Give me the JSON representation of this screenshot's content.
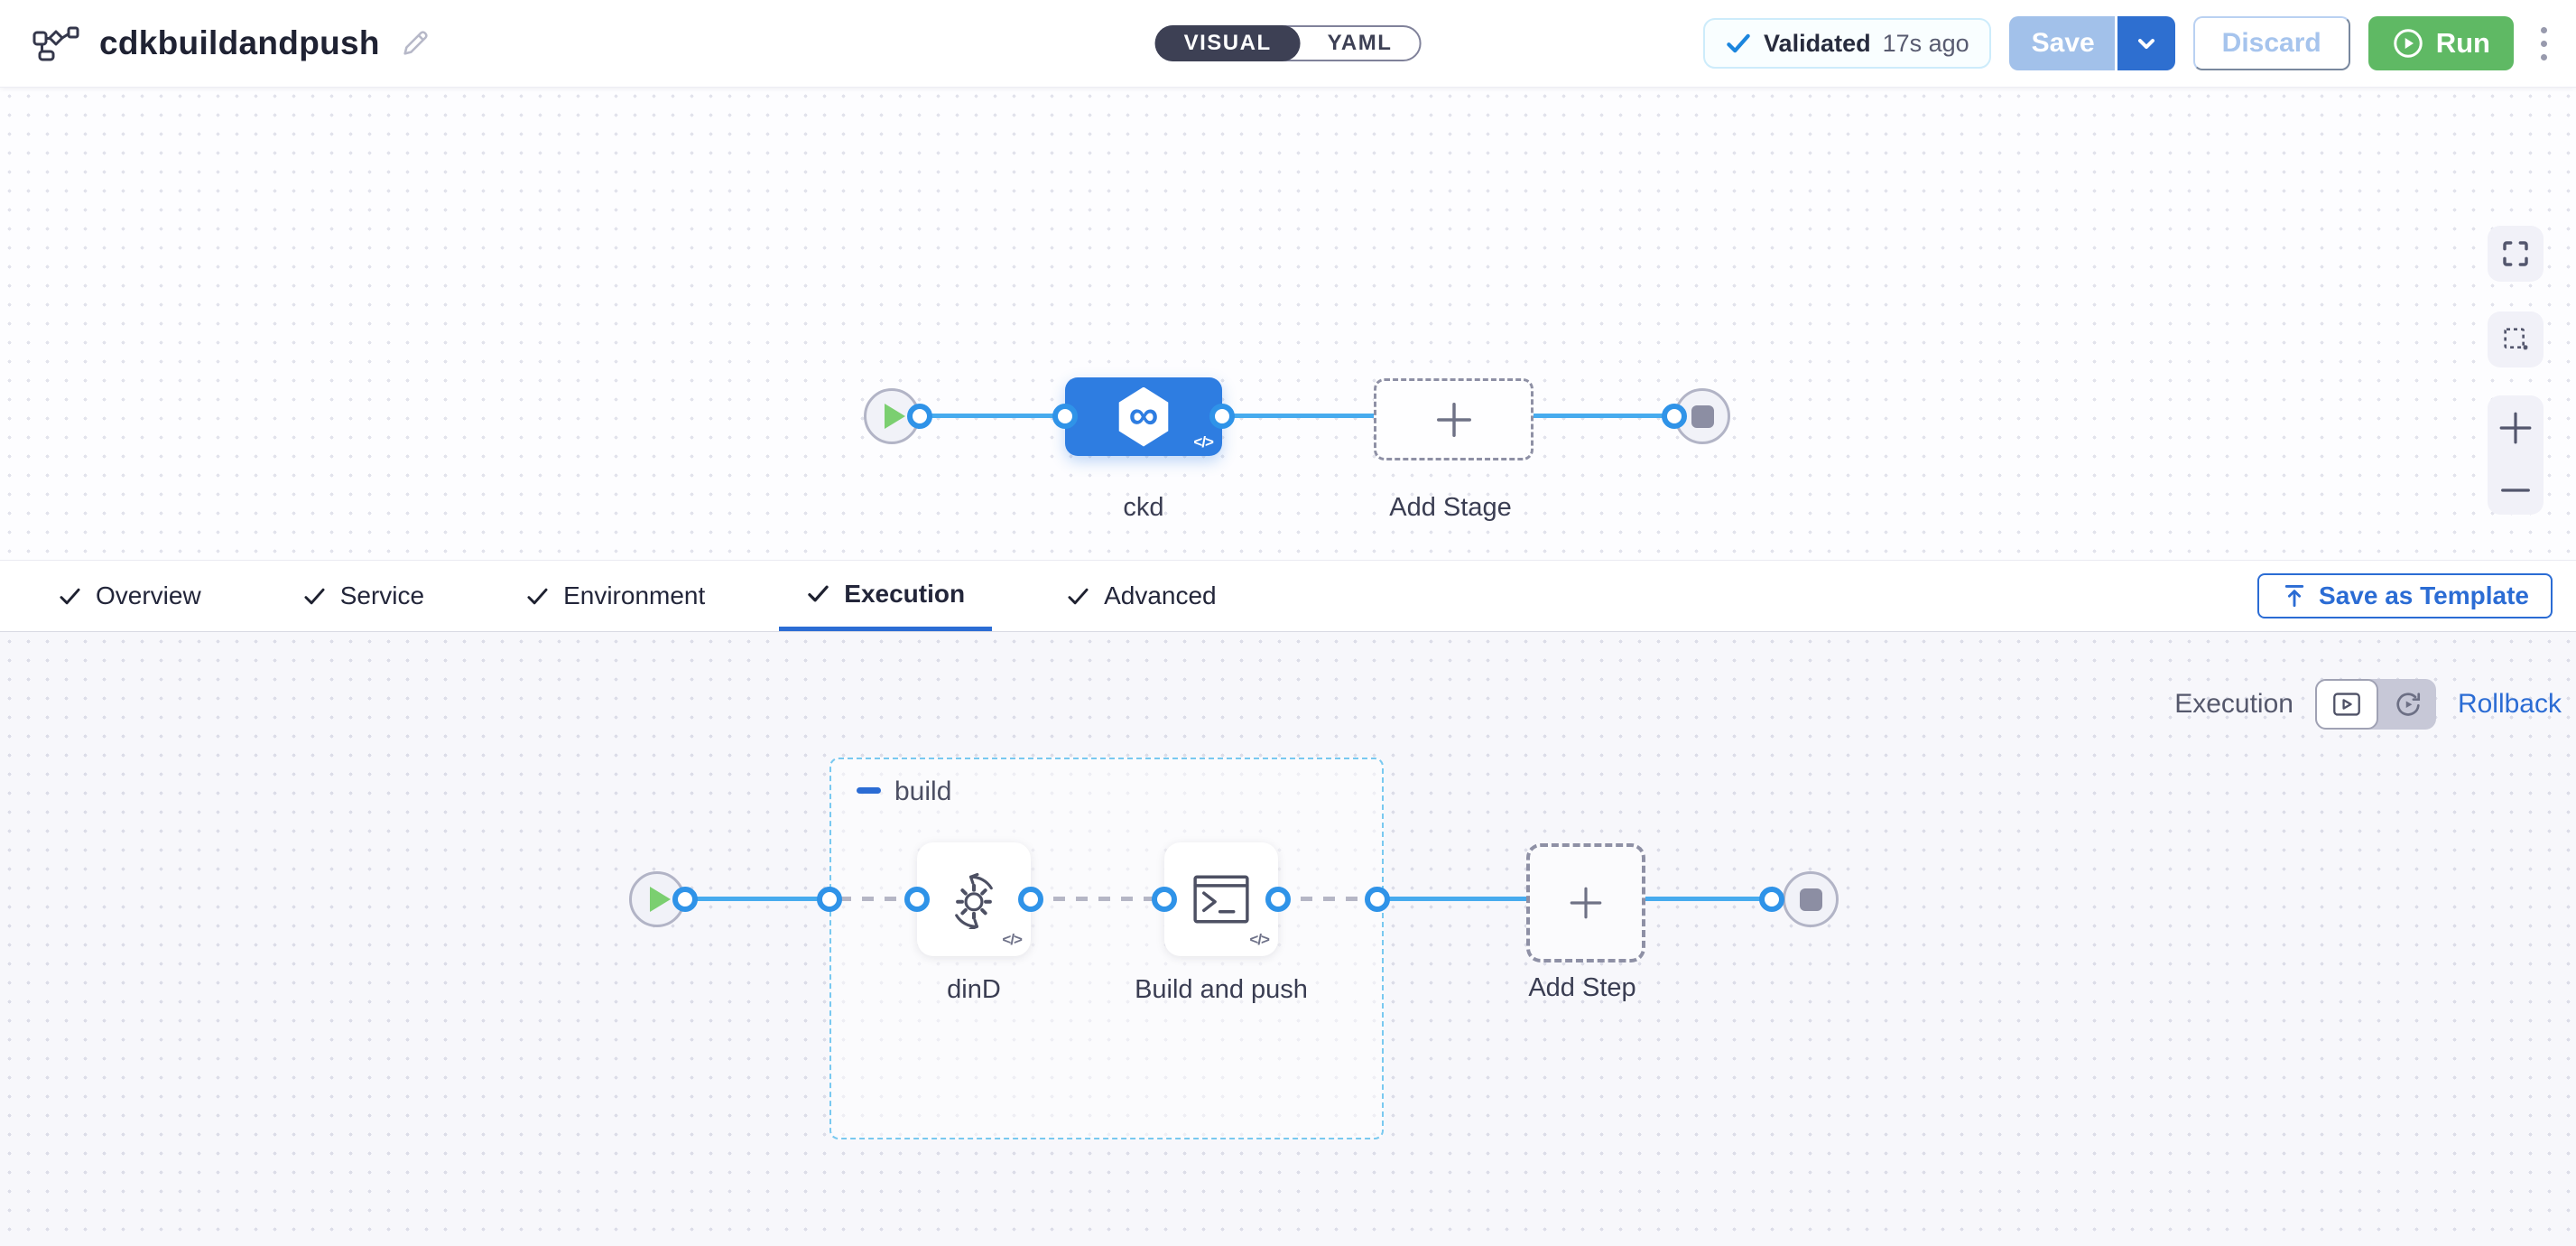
{
  "header": {
    "title": "cdkbuildandpush",
    "view_toggle": {
      "visual": "VISUAL",
      "yaml": "YAML",
      "selected": "VISUAL"
    },
    "validated": {
      "label": "Validated",
      "time_ago": "17s ago"
    },
    "save_label": "Save",
    "discard_label": "Discard",
    "run_label": "Run"
  },
  "stage_canvas": {
    "stage": {
      "name": "ckd",
      "icon": "ci-hexagon-infinity-icon",
      "infinity_glyph": "∞",
      "code_badge": "</>"
    },
    "add_stage_label": "Add Stage"
  },
  "tabs": {
    "items": [
      {
        "label": "Overview",
        "checked": true,
        "active": false
      },
      {
        "label": "Service",
        "checked": true,
        "active": false
      },
      {
        "label": "Environment",
        "checked": true,
        "active": false
      },
      {
        "label": "Execution",
        "checked": true,
        "active": true
      },
      {
        "label": "Advanced",
        "checked": true,
        "active": false
      }
    ],
    "save_as_template_label": "Save as Template"
  },
  "execution_canvas": {
    "mode_label": "Execution",
    "rollback_label": "Rollback",
    "group": {
      "label": "build"
    },
    "steps": [
      {
        "label": "dinD",
        "icon": "gear-sync-icon",
        "code_badge": "</>"
      },
      {
        "label": "Build and push",
        "icon": "terminal-icon",
        "code_badge": "</>"
      }
    ],
    "add_step_label": "Add Step"
  },
  "icons": {
    "pipeline-icon": "flowchart glyph",
    "edit-pencil-icon": "pencil outline",
    "check-icon": "checkmark",
    "chevron-down-icon": "chevron down",
    "run-play-icon": "circled play",
    "more-options-icon": "vertical kebab dots",
    "fullscreen-icon": "four corners",
    "selection-icon": "dashed marquee square",
    "zoom-in-icon": "plus",
    "zoom-out-icon": "minus",
    "upload-template-icon": "arrow up to bar",
    "execution-view-icon": "play in rounded rect",
    "rollback-icon": "circular arrow with play",
    "start-node-icon": "green play triangle",
    "end-node-icon": "gray stop square",
    "add-icon": "plus"
  },
  "colors": {
    "accent_blue": "#2b6cd4",
    "line_blue": "#47abee",
    "port_ring_blue": "#2f93e8",
    "stage_blue": "#2e7de1",
    "run_green": "#5fb964",
    "validated_check_blue": "#1c86de",
    "toggle_dark": "#3d4054",
    "group_border_blue": "#79c9f0"
  }
}
